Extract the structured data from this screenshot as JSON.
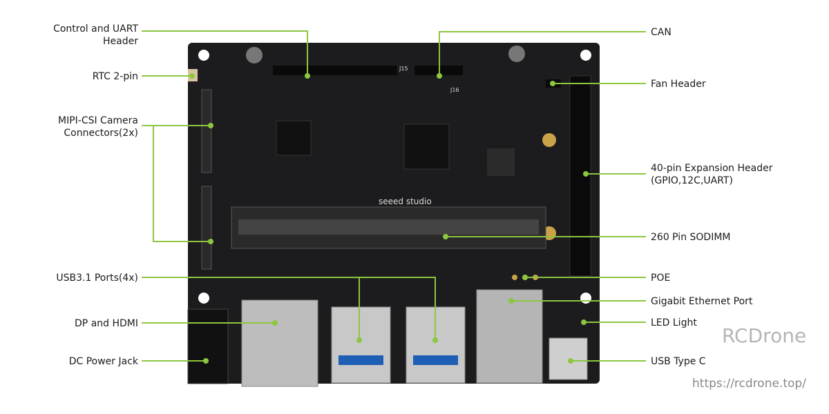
{
  "colors": {
    "leader_line": "#8dc63f",
    "board": "#1c1c1e",
    "label_text": "#1a1a1a"
  },
  "labels_left": {
    "control_uart": [
      "Control and UART",
      "Header"
    ],
    "rtc": "RTC 2-pin",
    "mipi": [
      "MIPI-CSI Camera",
      "Connectors(2x)"
    ],
    "usb31": "USB3.1 Ports(4x)",
    "dp_hdmi": "DP and HDMI",
    "dc_jack": "DC Power Jack"
  },
  "labels_right": {
    "can": "CAN",
    "fan": "Fan Header",
    "expansion": [
      "40-pin Expansion Header",
      "(GPIO,12C,UART)"
    ],
    "sodimm": "260 Pin SODIMM",
    "poe": "POE",
    "ethernet": "Gigabit Ethernet Port",
    "led": "LED Light",
    "usbc": "USB Type C"
  },
  "board_text": {
    "brand": "seeed studio",
    "connector": "J15",
    "connector2": "J16"
  },
  "watermark": {
    "logo": "RCDrone",
    "url": "https://rcdrone.top/"
  }
}
